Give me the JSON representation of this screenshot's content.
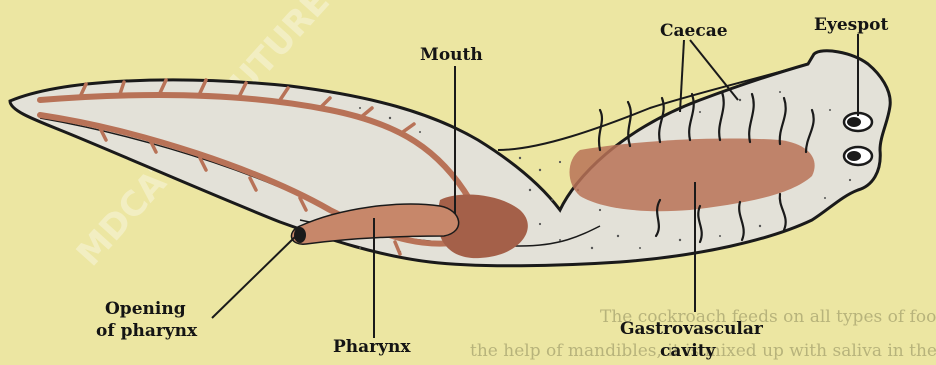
{
  "labels": {
    "caecae": "Caecae",
    "eyespot": "Eyespot",
    "mouth": "Mouth",
    "opening_line1": "Opening",
    "opening_line2": "of pharynx",
    "pharynx": "Pharynx",
    "gastro_line1": "Gastrovascular",
    "gastro_line2": "cavity"
  },
  "watermark": "MDCAT BY FUTURE DOCTORS",
  "background_text": {
    "line1": "The cockroach feeds on all types of food. After cutting the food into small",
    "line2": "the help of mandibles, it is mixed up with saliva in the mouth cavity. The diet"
  },
  "colors": {
    "background": "#ece6a2",
    "body_fill": "#e3e1d8",
    "gut": "#b87257",
    "outline": "#1a1a1a"
  }
}
